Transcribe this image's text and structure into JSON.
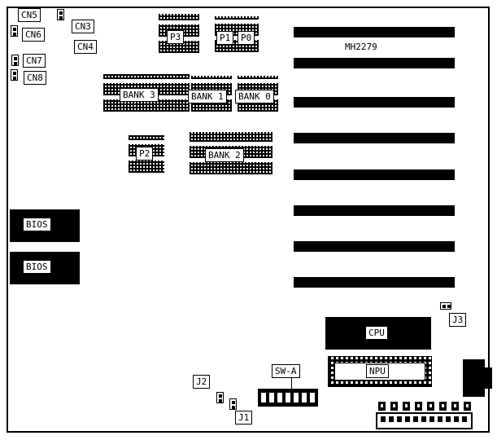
{
  "diagram": {
    "type": "motherboard-layout",
    "part_number": "MH2279",
    "expansion_slots": {
      "count": 8
    },
    "colors": {
      "foreground": "#000000",
      "background": "#ffffff"
    }
  },
  "labels": {
    "cn5": "CN5",
    "cn3": "CN3",
    "cn6": "CN6",
    "cn4": "CN4",
    "cn7": "CN7",
    "cn8": "CN8",
    "p3": "P3",
    "p1": "P1",
    "p0": "P0",
    "p2": "P2",
    "bank3": "BANK 3",
    "bank1": "BANK 1",
    "bank0": "BANK 0",
    "bank2": "BANK 2",
    "bios_top": "BIOS",
    "bios_bottom": "BIOS",
    "cpu": "CPU",
    "npu": "NPU",
    "sw_a": "SW-A",
    "j1": "J1",
    "j2": "J2",
    "j3": "J3"
  },
  "icons": {
    "connector_2pin": "two-pin-connector-icon",
    "dip_switch": "dip-switch-icon",
    "pin_header": "pin-header-icon",
    "jumper": "jumper-icon",
    "keyboard_connector": "keyboard-connector-icon"
  }
}
